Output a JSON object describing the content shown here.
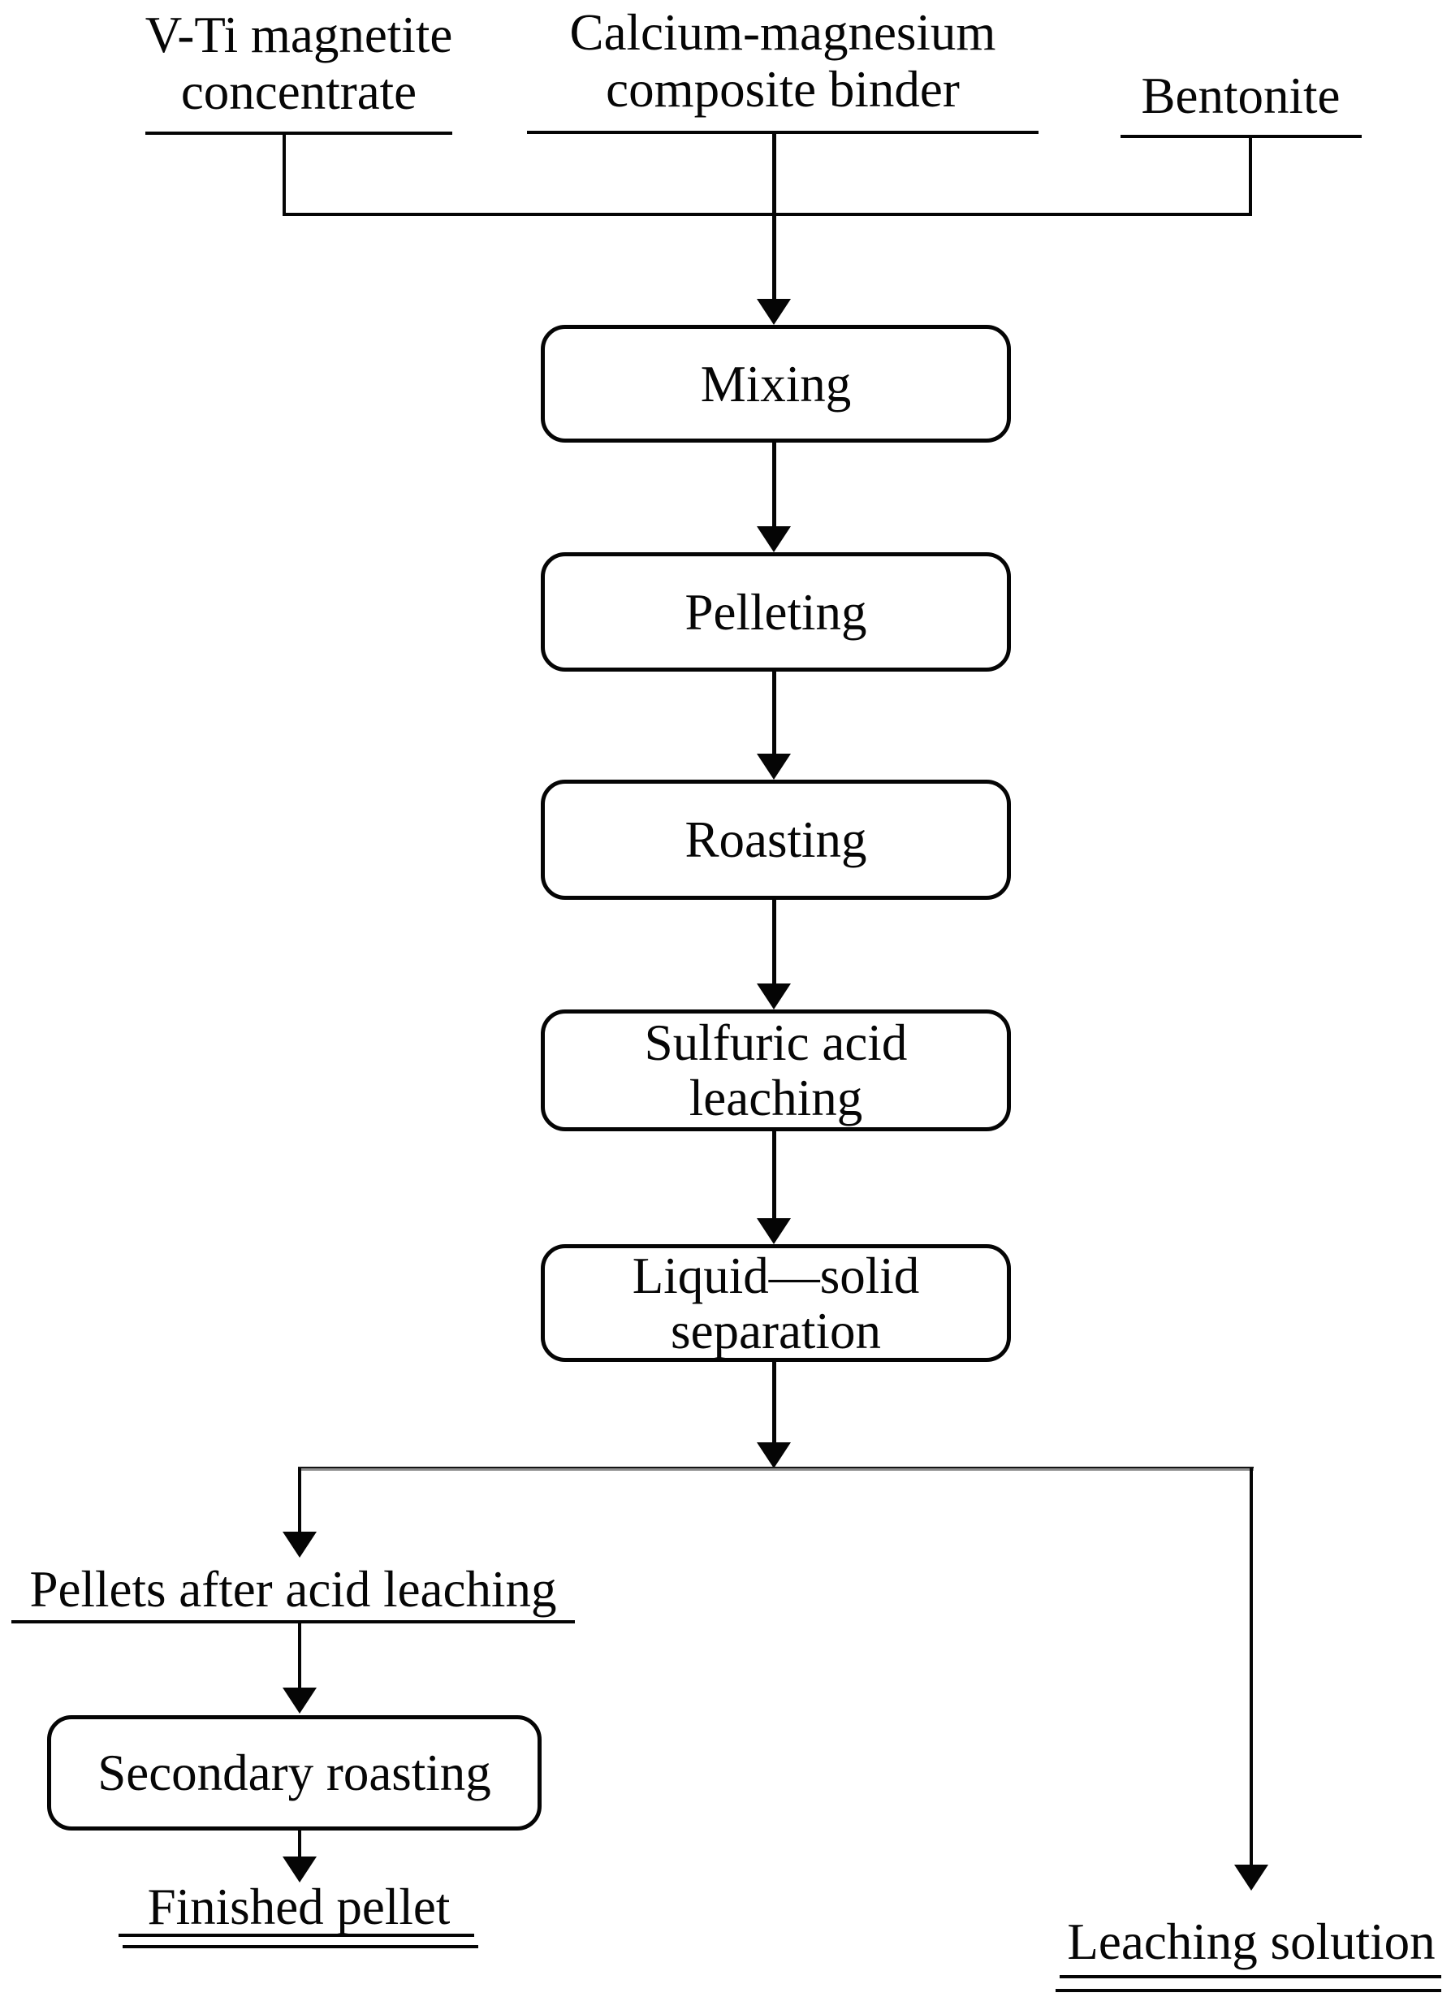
{
  "colors": {
    "ink": "#050505",
    "background": "#ffffff",
    "split_line_shadow": "#8d8d8d"
  },
  "inputs": {
    "vti_magnetite": {
      "line1": "V-Ti magnetite",
      "line2": "concentrate"
    },
    "binder": {
      "line1": "Calcium-magnesium",
      "line2": "composite binder"
    },
    "bentonite": {
      "label": "Bentonite"
    }
  },
  "process_steps": {
    "mixing": {
      "label": "Mixing"
    },
    "pelleting": {
      "label": "Pelleting"
    },
    "roasting": {
      "label": "Roasting"
    },
    "sulfuric_acid_leaching": {
      "line1": "Sulfuric acid",
      "line2": "leaching"
    },
    "liquid_solid_separation": {
      "line1": "Liquid—solid",
      "line2": "separation"
    },
    "secondary_roasting": {
      "label": "Secondary roasting"
    }
  },
  "outputs": {
    "pellets_after_acid_leaching": {
      "label": "Pellets after acid leaching"
    },
    "finished_pellet": {
      "label": "Finished pellet"
    },
    "leaching_solution": {
      "label": "Leaching solution"
    }
  }
}
